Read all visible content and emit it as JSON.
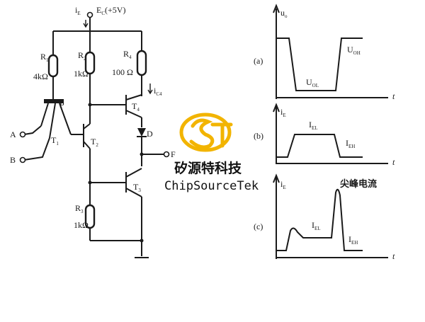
{
  "circuit": {
    "supply_label": "E",
    "supply_sub": "C",
    "supply_value": "(+5V)",
    "supply_current": "i",
    "supply_current_sub": "E",
    "r1_name": "R",
    "r1_sub": "1",
    "r1_value": "4kΩ",
    "r2_name": "R",
    "r2_sub": "2",
    "r2_value": "1kΩ",
    "r3_name": "R",
    "r3_sub": "3",
    "r3_value": "1kΩ",
    "r4_name": "R",
    "r4_sub": "4",
    "r4_value": "100 Ω",
    "t1_name": "T",
    "t1_sub": "1",
    "t2_name": "T",
    "t2_sub": "2",
    "t3_name": "T",
    "t3_sub": "3",
    "t4_name": "T",
    "t4_sub": "4",
    "t4_current": "i",
    "t4_current_sub": "C4",
    "node_p": "P",
    "diode": "D",
    "input_a": "A",
    "input_b": "B",
    "output_f": "F"
  },
  "graph_a": {
    "label": "(a)",
    "y_axis": "u",
    "y_axis_sub": "o",
    "x_axis": "t",
    "level_low": "U",
    "level_low_sub": "OL",
    "level_high": "U",
    "level_high_sub": "OH"
  },
  "graph_b": {
    "label": "(b)",
    "y_axis": "i",
    "y_axis_sub": "E",
    "x_axis": "t",
    "level_low": "I",
    "level_low_sub": "EL",
    "level_high": "I",
    "level_high_sub": "EH"
  },
  "graph_c": {
    "label": "(c)",
    "y_axis": "i",
    "y_axis_sub": "E",
    "x_axis": "t",
    "level_low": "I",
    "level_low_sub": "EL",
    "level_high": "I",
    "level_high_sub": "EH",
    "peak_annotation": "尖峰电流"
  },
  "watermark": {
    "brand_cn": "矽源特科技",
    "brand_en": "ChipSourceTek"
  }
}
